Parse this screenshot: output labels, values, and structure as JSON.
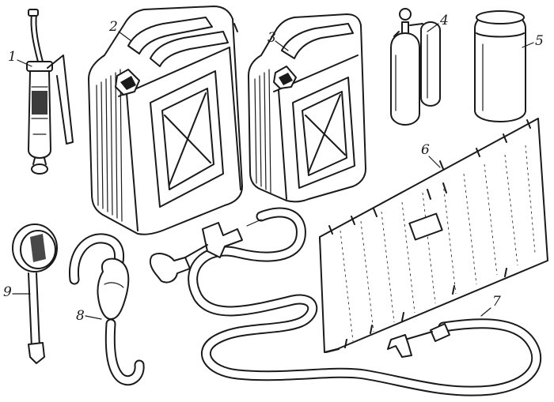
{
  "callouts": [
    {
      "id": "1",
      "text": "1",
      "part": "grease-gun"
    },
    {
      "id": "2",
      "text": "2",
      "part": "large-jerrycan"
    },
    {
      "id": "3",
      "text": "3",
      "part": "small-jerrycan"
    },
    {
      "id": "4",
      "text": "4",
      "part": "pressure-bottle"
    },
    {
      "id": "5",
      "text": "5",
      "part": "flask"
    },
    {
      "id": "6",
      "text": "6",
      "part": "tool-panel"
    },
    {
      "id": "7",
      "text": "7",
      "part": "fuel-hose"
    },
    {
      "id": "8",
      "text": "8",
      "part": "bulb-pump-hose"
    },
    {
      "id": "9",
      "text": "9",
      "part": "tire-pressure-gauge"
    }
  ],
  "colors": {
    "ink": "#1a1a1a",
    "paper": "#ffffff"
  }
}
